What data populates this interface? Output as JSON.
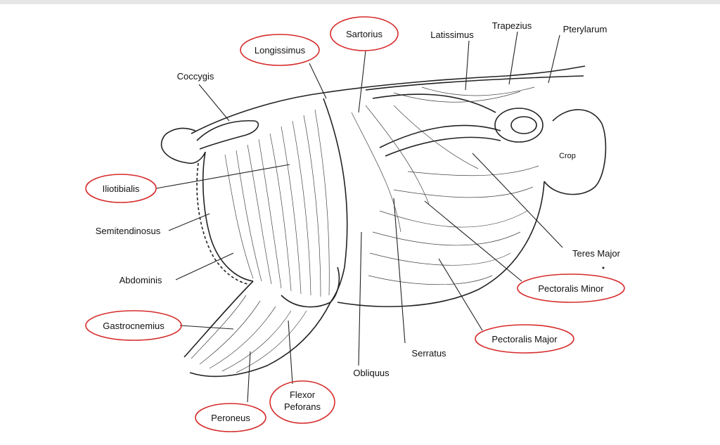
{
  "colors": {
    "highlight_ring": "#d62b2b",
    "ink": "#222222",
    "background": "#ffffff"
  },
  "labels": {
    "coccygis": "Coccygis",
    "longissimus": "Longissimus",
    "sartorius": "Sartorius",
    "latissimus": "Latissimus",
    "trapezius": "Trapezius",
    "pterylarum": "Pterylarum",
    "crop": "Crop",
    "iliotibialis": "Iliotibialis",
    "semitendinosus": "Semitendinosus",
    "abdominis": "Abdominis",
    "gastrocnemius": "Gastrocnemius",
    "teres_major": "Teres Major",
    "pectoralis_minor": "Pectoralis Minor",
    "pectoralis_major": "Pectoralis Major",
    "serratus": "Serratus",
    "obliquus": "Obliquus",
    "flexor_line1": "Flexor",
    "flexor_line2": "Peforans",
    "peroneus": "Peroneus"
  }
}
